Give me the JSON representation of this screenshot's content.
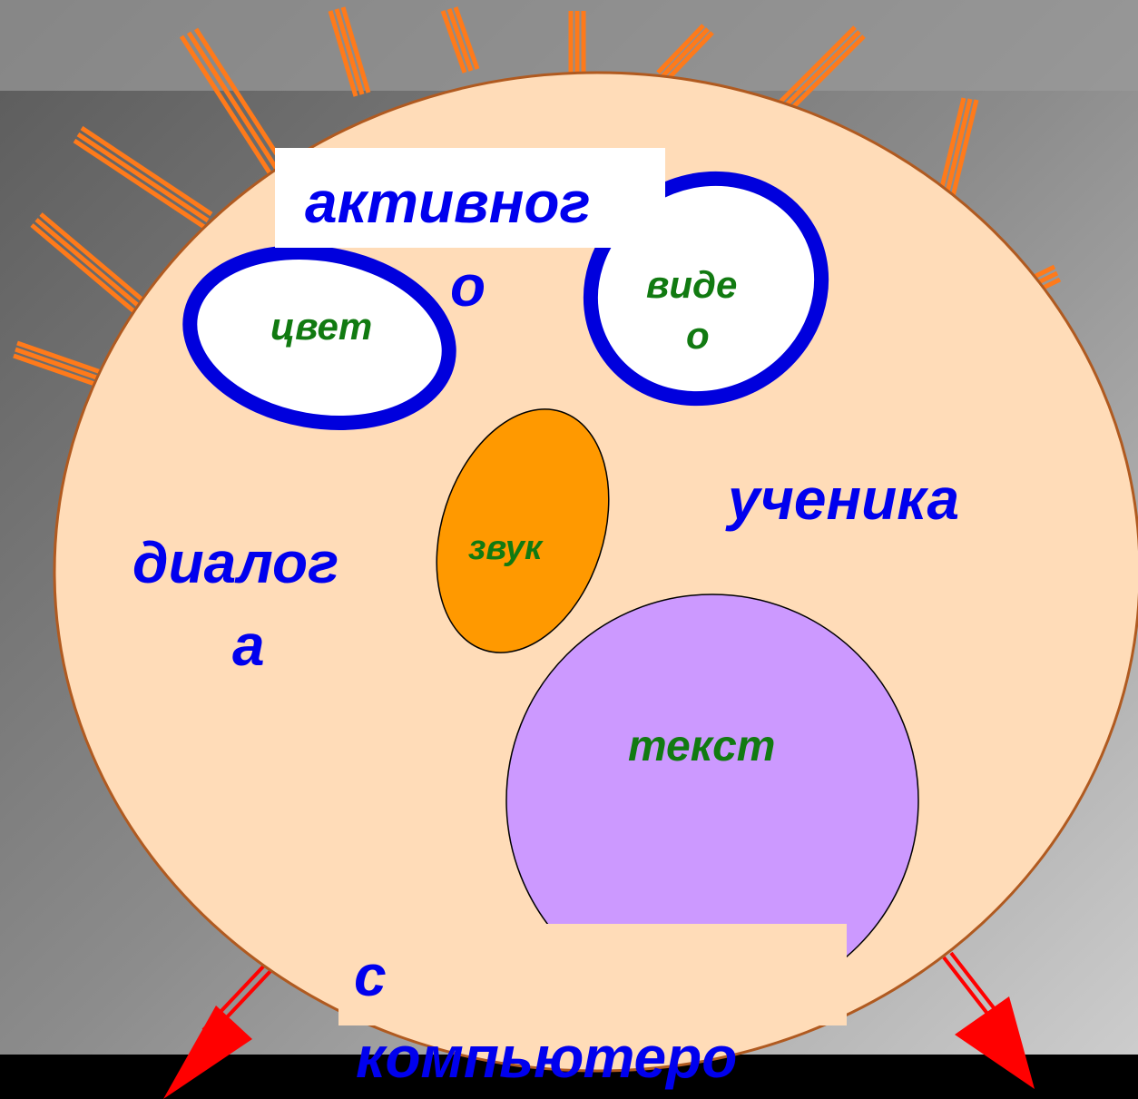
{
  "words": {
    "aktivnogo_line1": "активног",
    "aktivnogo_line2": "о",
    "tsvet": "цвет",
    "video_line1": "виде",
    "video_line2": "о",
    "uchenika": "ученика",
    "dialoga_line1": "диалог",
    "dialoga_line2": "а",
    "zvuk": "звук",
    "tekst": "текст",
    "s_line1": "с",
    "s_line2": "компьютеро"
  },
  "colors": {
    "face": "#ffdcb8",
    "face_outline": "#b05a20",
    "eye_ring": "#0000dd",
    "nose": "#ff9900",
    "mouth": "#cc99ff",
    "hair": "#ff7a1a",
    "arrow": "#ff0000",
    "label_blue": "#0000ee",
    "label_green": "#117a11"
  }
}
